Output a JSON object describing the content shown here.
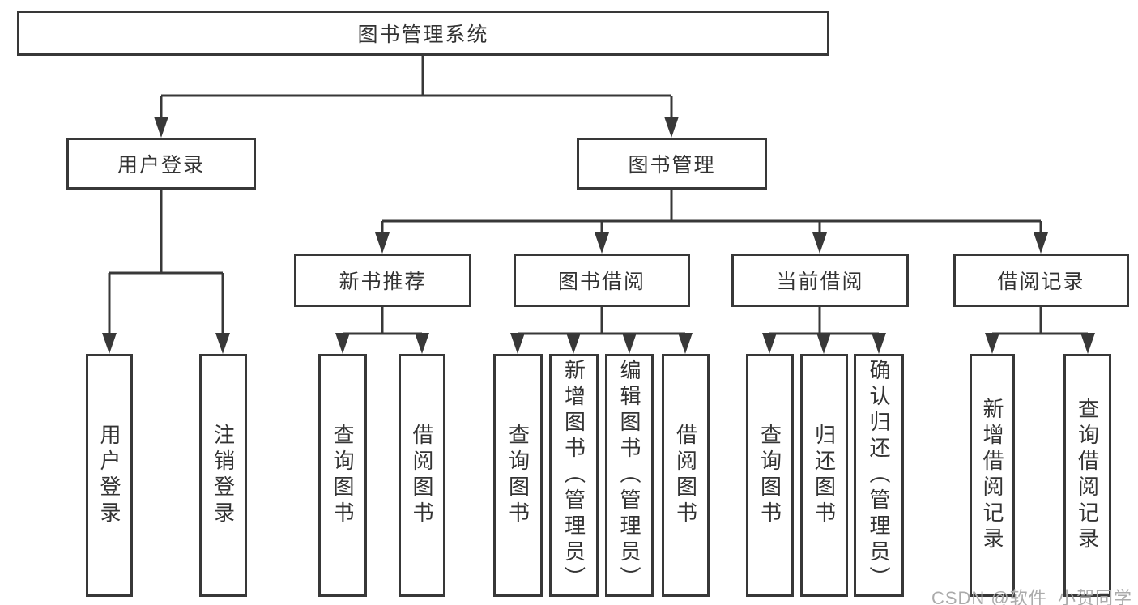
{
  "diagram": {
    "tree": {
      "label": "图书管理系统",
      "children": [
        {
          "label": "用户登录",
          "children": [
            {
              "label": "用户登录"
            },
            {
              "label": "注销登录"
            }
          ]
        },
        {
          "label": "图书管理",
          "children": [
            {
              "label": "新书推荐",
              "children": [
                {
                  "label": "查询图书"
                },
                {
                  "label": "借阅图书"
                }
              ]
            },
            {
              "label": "图书借阅",
              "children": [
                {
                  "label": "查询图书"
                },
                {
                  "label": "新增图书（管理员）"
                },
                {
                  "label": "编辑图书（管理员）"
                },
                {
                  "label": "借阅图书"
                }
              ]
            },
            {
              "label": "当前借阅",
              "children": [
                {
                  "label": "查询图书"
                },
                {
                  "label": "归还图书"
                },
                {
                  "label": "确认归还（管理员）"
                }
              ]
            },
            {
              "label": "借阅记录",
              "children": [
                {
                  "label": "新增借阅记录"
                },
                {
                  "label": "查询借阅记录"
                }
              ]
            }
          ]
        }
      ]
    },
    "colors": {
      "line": "#383838",
      "text": "#333333",
      "box_background": "#ffffff",
      "watermark": "#ababab"
    }
  },
  "watermark": {
    "text": "CSDN @软件_小贺同学"
  }
}
